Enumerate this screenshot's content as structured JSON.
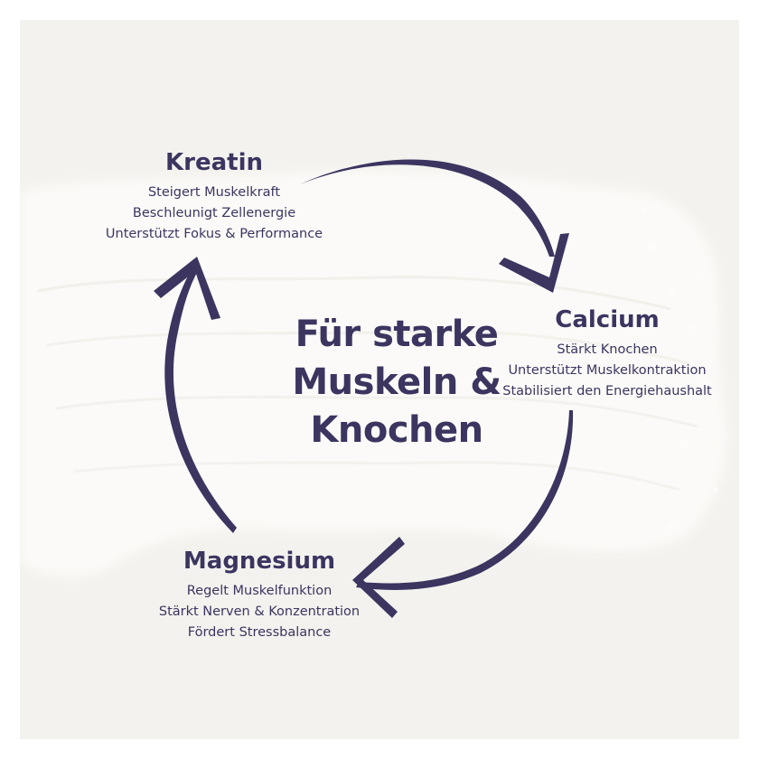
{
  "center_title": {
    "line1": "Für starke",
    "line2": "Muskeln &",
    "line3": "Knochen"
  },
  "nutrients": [
    {
      "name": "Kreatin",
      "benefits": [
        "Steigert Muskelkraft",
        "Beschleunigt Zellenergie",
        "Unterstützt Fokus & Performance"
      ]
    },
    {
      "name": "Calcium",
      "benefits": [
        "Stärkt Knochen",
        "Unterstützt Muskelkontraktion",
        "Stabilisiert den Energiehaushalt"
      ]
    },
    {
      "name": "Magnesium",
      "benefits": [
        "Regelt Muskelfunktion",
        "Stärkt Nerven & Konzentration",
        "Fördert Stressbalance"
      ]
    }
  ],
  "colors": {
    "accent": "#3b3560",
    "background": "#f4f2ee",
    "powder": "#fbfaf8"
  },
  "icons": [
    "cycle-arrow-icon"
  ]
}
